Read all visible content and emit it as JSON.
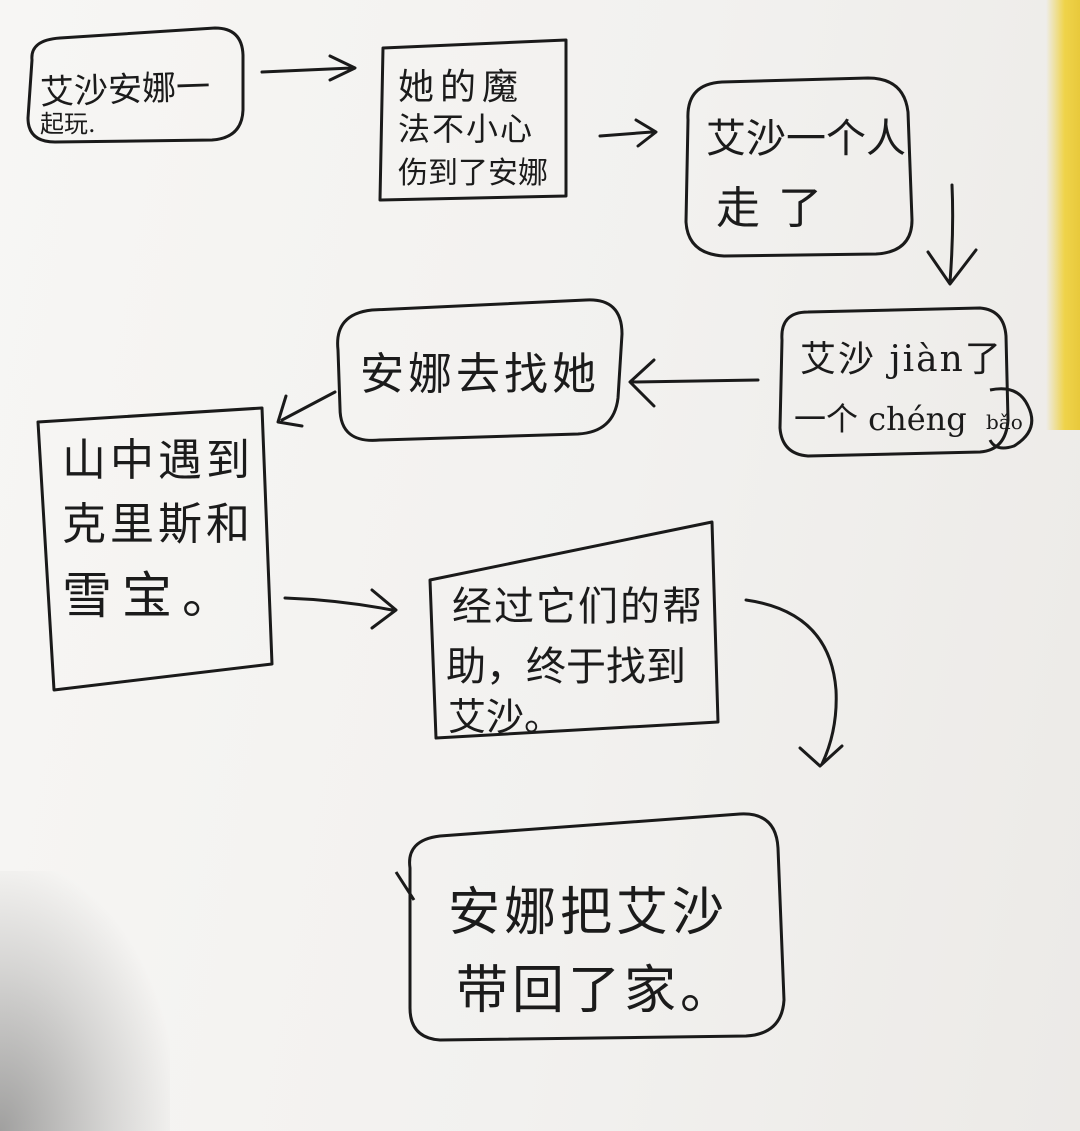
{
  "steps": [
    {
      "line1": "艾沙安娜一",
      "line2": "起玩."
    },
    {
      "line1": "她的魔",
      "line2": "法不小心",
      "line3": "伤到了安娜"
    },
    {
      "line1": "艾沙一个人",
      "line2": "走了"
    },
    {
      "line1": "艾沙 jiàn了",
      "line2": "一个 chéng",
      "extra": "bǎo"
    },
    {
      "line1": "安娜去找她"
    },
    {
      "line1": "山中遇到",
      "line2": "克里斯和",
      "line3": "雪宝。"
    },
    {
      "line1": "经过它们的帮",
      "line2": "助，终于找到",
      "line3": "艾沙。"
    },
    {
      "line1": "安娜把艾沙",
      "line2": "带回了家。"
    }
  ],
  "colors": {
    "ink": "#1a1a1a",
    "paper": "#f4f3f1",
    "accent": "#efd34a"
  }
}
